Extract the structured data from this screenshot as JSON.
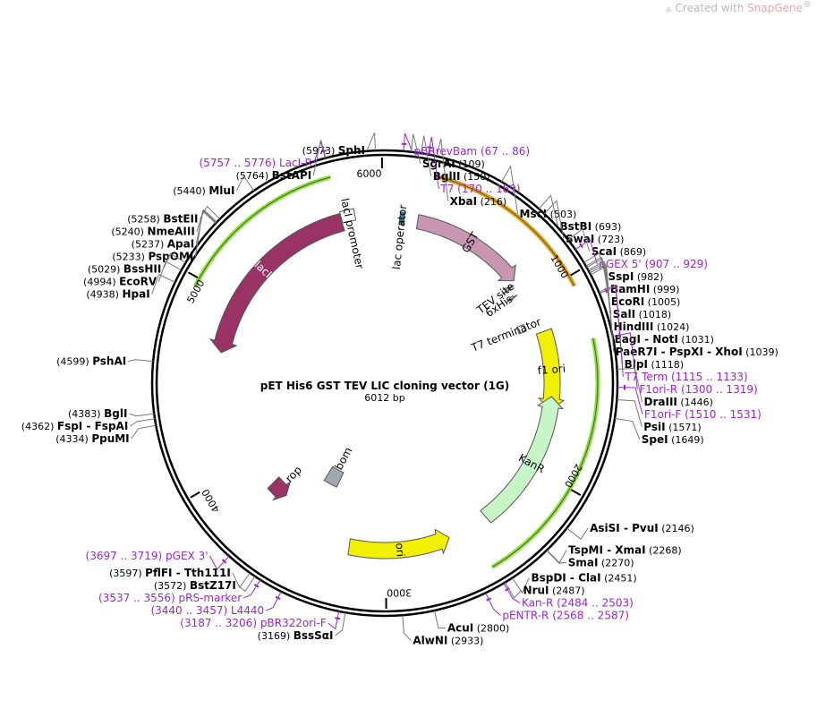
{
  "brand": {
    "prefix": "Created with ",
    "name": "SnapGene",
    "mark": "®"
  },
  "title": "pET His6 GST TEV LIC cloning vector (1G)",
  "size_label": "6012 bp",
  "total_bp": 6012,
  "ticks": [
    {
      "pos": 1000,
      "label": "1000"
    },
    {
      "pos": 2000,
      "label": "2000"
    },
    {
      "pos": 3000,
      "label": "3000"
    },
    {
      "pos": 4000,
      "label": "4000"
    },
    {
      "pos": 5000,
      "label": "5000"
    },
    {
      "pos": 6000,
      "label": "6000"
    }
  ],
  "features": [
    {
      "name": "lac operator",
      "start": 88,
      "end": 112,
      "strand": 0,
      "color": "#2f7fa0"
    },
    {
      "name": "GST",
      "start": 190,
      "end": 861,
      "strand": 1,
      "color": "#c996b2"
    },
    {
      "name": "TEV site",
      "start": 870,
      "end": 890,
      "strand": 1,
      "color": "#c996b2"
    },
    {
      "name": "6xHis",
      "start": 930,
      "end": 947,
      "strand": 1,
      "color": "#c996b2"
    },
    {
      "name": "T7 terminator",
      "start": 1120,
      "end": 1167,
      "strand": 0,
      "color": "#ffffff"
    },
    {
      "name": "f1 ori",
      "start": 1200,
      "end": 1656,
      "strand": 1,
      "color": "#f0f000"
    },
    {
      "name": "KanR",
      "start": 2390,
      "end": 1580,
      "strand": -1,
      "color": "#c8f5c8"
    },
    {
      "name": "ori",
      "start": 3215,
      "end": 2628,
      "strand": -1,
      "color": "#f0f000"
    },
    {
      "name": "bom",
      "start": 3420,
      "end": 3540,
      "strand": 0,
      "color": "#a0a8b2"
    },
    {
      "name": "rop",
      "start": 3695,
      "end": 3815,
      "strand": -1,
      "color": "#993366"
    },
    {
      "name": "lacI",
      "start": 5765,
      "end": 4685,
      "strand": -1,
      "color": "#993366"
    },
    {
      "name": "lacI promoter",
      "start": 5843,
      "end": 5765,
      "strand": 0,
      "color": "#ffffff"
    }
  ],
  "lines": [
    {
      "start": 230,
      "end": 1050,
      "strand": 1,
      "color": "#f0a020"
    },
    {
      "start": 1300,
      "end": 2500,
      "strand": -1,
      "color": "#99dd44"
    },
    {
      "start": 5765,
      "end": 4960,
      "strand": -1,
      "color": "#99dd44"
    }
  ],
  "sites": [
    {
      "name": "SphI",
      "pos": 5973,
      "pos_label": "(5973)",
      "side": "left"
    },
    {
      "name": "BstAPI",
      "pos": 5764,
      "pos_label": "(5764)",
      "side": "left"
    },
    {
      "name": "MluI",
      "pos": 5440,
      "pos_label": "(5440)",
      "side": "left"
    },
    {
      "name": "BstEII",
      "pos": 5258,
      "pos_label": "(5258)",
      "side": "left"
    },
    {
      "name": "NmeAIII",
      "pos": 5240,
      "pos_label": "(5240)",
      "side": "left"
    },
    {
      "name": "ApaI",
      "pos": 5237,
      "pos_label": "(5237)",
      "side": "left"
    },
    {
      "name": "PspOMI",
      "pos": 5233,
      "pos_label": "(5233)",
      "side": "left"
    },
    {
      "name": "BssHII",
      "pos": 5029,
      "pos_label": "(5029)",
      "side": "left"
    },
    {
      "name": "EcoRV",
      "pos": 4994,
      "pos_label": "(4994)",
      "side": "left"
    },
    {
      "name": "HpaI",
      "pos": 4938,
      "pos_label": "(4938)",
      "side": "left"
    },
    {
      "name": "PshAI",
      "pos": 4599,
      "pos_label": "(4599)",
      "side": "left"
    },
    {
      "name": "BglI",
      "pos": 4383,
      "pos_label": "(4383)",
      "side": "left"
    },
    {
      "name": "FspI  - FspAI",
      "pos": 4362,
      "pos_label": "(4362)",
      "side": "left"
    },
    {
      "name": "PpuMI",
      "pos": 4334,
      "pos_label": "(4334)",
      "side": "left"
    },
    {
      "name": "PflFI - Tth111I",
      "pos": 3597,
      "pos_label": "(3597)",
      "side": "left"
    },
    {
      "name": "BstZ17I",
      "pos": 3572,
      "pos_label": "(3572)",
      "side": "left"
    },
    {
      "name": "BssSαI",
      "pos": 3169,
      "pos_label": "(3169)",
      "side": "left"
    },
    {
      "name": "AlwNI",
      "pos": 2933,
      "pos_label": "(2933)",
      "side": "right"
    },
    {
      "name": "AcuI",
      "pos": 2800,
      "pos_label": "(2800)",
      "side": "right"
    },
    {
      "name": "NruI",
      "pos": 2487,
      "pos_label": "(2487)",
      "side": "right"
    },
    {
      "name": "BspDI - ClaI",
      "pos": 2451,
      "pos_label": "(2451)",
      "side": "right"
    },
    {
      "name": "SmaI",
      "pos": 2270,
      "pos_label": "(2270)",
      "side": "right"
    },
    {
      "name": "TspMI - XmaI",
      "pos": 2268,
      "pos_label": "(2268)",
      "side": "right"
    },
    {
      "name": "AsiSI  - PvuI",
      "pos": 2146,
      "pos_label": "(2146)",
      "side": "right"
    },
    {
      "name": "SpeI",
      "pos": 1649,
      "pos_label": "(1649)",
      "side": "right"
    },
    {
      "name": "PsiI",
      "pos": 1571,
      "pos_label": "(1571)",
      "side": "right"
    },
    {
      "name": "DraIII",
      "pos": 1446,
      "pos_label": "(1446)",
      "side": "right"
    },
    {
      "name": "BlpI",
      "pos": 1118,
      "pos_label": "(1118)",
      "side": "right"
    },
    {
      "name": "PaeR7I  - PspXI  - XhoI",
      "pos": 1039,
      "pos_label": "(1039)",
      "side": "right"
    },
    {
      "name": "EagI  - NotI",
      "pos": 1031,
      "pos_label": "(1031)",
      "side": "right"
    },
    {
      "name": "HindIII",
      "pos": 1024,
      "pos_label": "(1024)",
      "side": "right"
    },
    {
      "name": "SalI",
      "pos": 1018,
      "pos_label": "(1018)",
      "side": "right"
    },
    {
      "name": "EcoRI",
      "pos": 1005,
      "pos_label": "(1005)",
      "side": "right"
    },
    {
      "name": "BamHI",
      "pos": 999,
      "pos_label": "(999)",
      "side": "right"
    },
    {
      "name": "SspI",
      "pos": 982,
      "pos_label": "(982)",
      "side": "right"
    },
    {
      "name": "ScaI",
      "pos": 869,
      "pos_label": "(869)",
      "side": "right"
    },
    {
      "name": "SwaI",
      "pos": 723,
      "pos_label": "(723)",
      "side": "right"
    },
    {
      "name": "BstBI",
      "pos": 693,
      "pos_label": "(693)",
      "side": "right"
    },
    {
      "name": "MscI",
      "pos": 503,
      "pos_label": "(503)",
      "side": "right"
    },
    {
      "name": "XbaI",
      "pos": 216,
      "pos_label": "(216)",
      "side": "right"
    },
    {
      "name": "BglII",
      "pos": 150,
      "pos_label": "(150)",
      "side": "right"
    },
    {
      "name": "SgrAI",
      "pos": 109,
      "pos_label": "(109)",
      "side": "right"
    }
  ],
  "primers": [
    {
      "name": "pBRrevBam",
      "range": "(67 .. 86)",
      "pos": 77,
      "strand": -1,
      "side": "right"
    },
    {
      "name": "T7",
      "range": "(170 .. 189)",
      "pos": 180,
      "strand": 1,
      "side": "right"
    },
    {
      "name": "pGEX 5'",
      "range": "(907 .. 929)",
      "pos": 918,
      "strand": 1,
      "side": "right"
    },
    {
      "name": "T7 Term",
      "range": "(1115 .. 1133)",
      "pos": 1124,
      "strand": -1,
      "side": "right"
    },
    {
      "name": "F1ori-R",
      "range": "(1300 .. 1319)",
      "pos": 1310,
      "strand": -1,
      "side": "right"
    },
    {
      "name": "F1ori-F",
      "range": "(1510 .. 1531)",
      "pos": 1520,
      "strand": 1,
      "side": "right"
    },
    {
      "name": "Kan-R",
      "range": "(2484 .. 2503)",
      "pos": 2493,
      "strand": 1,
      "side": "right"
    },
    {
      "name": "pENTR-R",
      "range": "(2568 .. 2587)",
      "pos": 2577,
      "strand": 1,
      "side": "right"
    },
    {
      "name": "pBR322ori-F",
      "range": "(3187 .. 3206)",
      "pos": 3196,
      "strand": 1,
      "side": "left"
    },
    {
      "name": "L4440",
      "range": "(3440 .. 3457)",
      "pos": 3448,
      "strand": -1,
      "side": "left"
    },
    {
      "name": "pRS-marker",
      "range": "(3537 .. 3556)",
      "pos": 3546,
      "strand": -1,
      "side": "left"
    },
    {
      "name": "pGEX 3'",
      "range": "(3697 .. 3719)",
      "pos": 3708,
      "strand": -1,
      "side": "left"
    },
    {
      "name": "LacI-R",
      "range": "(5757 .. 5776)",
      "pos": 5766,
      "strand": -1,
      "side": "left"
    }
  ]
}
